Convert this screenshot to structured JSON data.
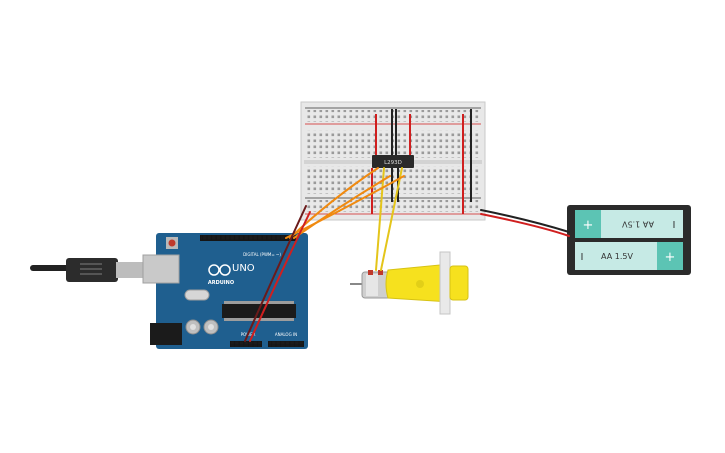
{
  "breadboard": {
    "chip_label": "L293D"
  },
  "arduino": {
    "brand_label": "ARDUINO",
    "model_label": "UNO",
    "digital_label": "DIGITAL (PWM= ~)",
    "power_label": "POWER",
    "analog_label": "ANALOG IN"
  },
  "battery_pack": {
    "cell_top_label": "AA 1.5V",
    "cell_bottom_label": "AA 1.5V",
    "plus_symbol": "+",
    "minus_symbol": "I"
  },
  "colors": {
    "wire_red": "#d01f1f",
    "wire_black": "#222222",
    "wire_orange": "#f08a10",
    "wire_yellow": "#e4c51a",
    "arduino_blue": "#1f5f8f",
    "motor_yellow": "#f6e11e",
    "battery_teal": "#5cc4b4",
    "battery_case": "#2b2b2b"
  }
}
